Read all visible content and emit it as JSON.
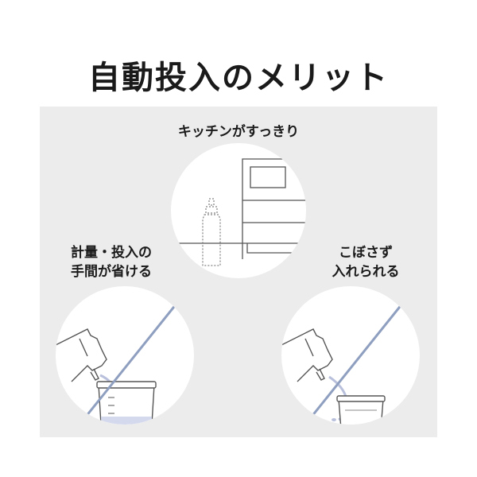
{
  "title": "自動投入のメリット",
  "benefits": {
    "top": {
      "label": "キッチンがすっきり"
    },
    "left": {
      "line1": "計量・投入の",
      "line2": "手間が省ける"
    },
    "right": {
      "line1": "こぼさず",
      "line2": "入れられる"
    }
  },
  "colors": {
    "panel": "#ececec",
    "circle": "#ffffff",
    "strike": "#8f9fc0",
    "liquid": "#d4d9ee",
    "outline": "#555555"
  },
  "icons": [
    "washing-machine-icon",
    "detergent-bottle-icon",
    "measuring-cup-icon",
    "pouring-bottle-icon",
    "strike-line-icon",
    "spill-drops-icon"
  ]
}
